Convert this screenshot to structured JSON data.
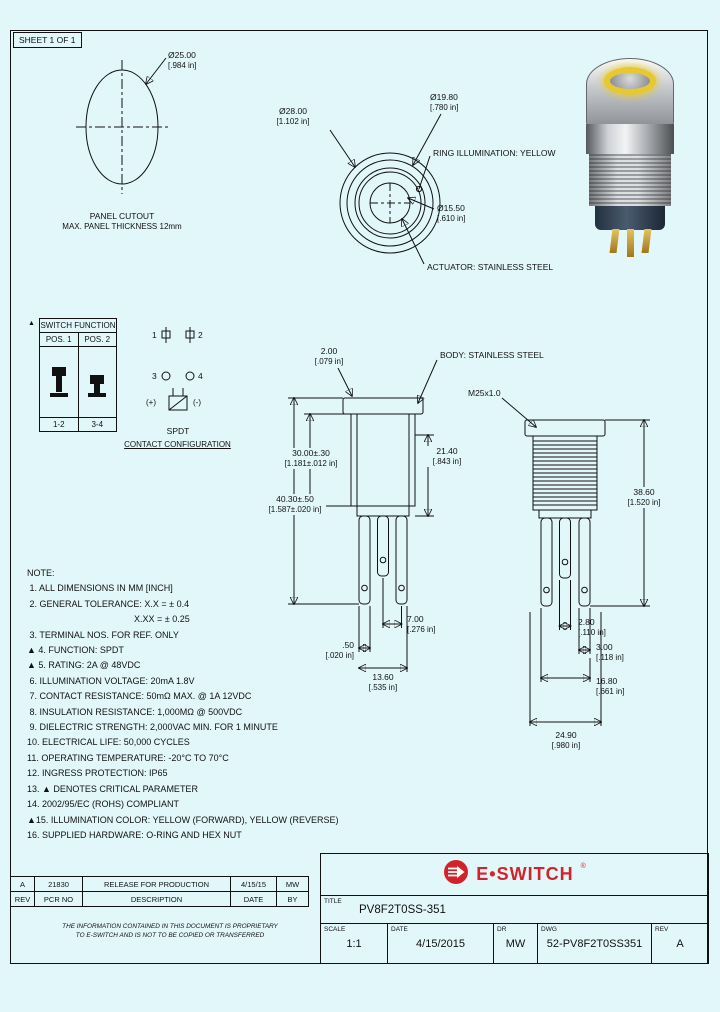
{
  "colors": {
    "background": "#e2f7fa",
    "line": "#111111",
    "brand_red": "#d2232a",
    "ring_yellow": "#e6c832"
  },
  "sheet": {
    "label": "SHEET 1 OF 1"
  },
  "panel_cutout": {
    "dia_mm": "Ø25.00",
    "dia_in": "[.984 in]",
    "caption_line1": "PANEL CUTOUT",
    "caption_line2": "MAX. PANEL THICKNESS 12mm"
  },
  "front_view": {
    "outer_dia_mm": "Ø28.00",
    "outer_dia_in": "[1.102 in]",
    "ring_dia_mm": "Ø19.80",
    "ring_dia_in": "[.780 in]",
    "ring_label": "RING ILLUMINATION: YELLOW",
    "actuator_dia_mm": "Ø15.50",
    "actuator_dia_in": "[.610 in]",
    "actuator_label": "ACTUATOR: STAINLESS STEEL"
  },
  "switch_function": {
    "flag": "▲",
    "title": "SWITCH FUNCTION",
    "pos1": "POS. 1",
    "pos2": "POS. 2",
    "pos1_contacts": "1-2",
    "pos2_contacts": "3-4"
  },
  "contact_config": {
    "pin1": "1",
    "pin2": "2",
    "pin3": "3",
    "pin4": "4",
    "plus": "(+)",
    "minus": "(-)",
    "type": "SPDT",
    "caption": "CONTACT CONFIGURATION"
  },
  "side_views": {
    "cap_height_mm": "2.00",
    "cap_height_in": "[.079 in]",
    "body_label": "BODY: STAINLESS STEEL",
    "thread": "M25x1.0",
    "body_len_mm": "30.00±.30",
    "body_len_in": "[1.181±.012 in]",
    "total_len_mm": "40.30±.50",
    "total_len_in": "[1.587±.020 in]",
    "dim_2140_mm": "21.40",
    "dim_2140_in": "[.843 in]",
    "dim_3860_mm": "38.60",
    "dim_3860_in": "[1.520 in]",
    "dim_700_mm": "7.00",
    "dim_700_in": "[.276 in]",
    "dim_050_mm": ".50",
    "dim_050_in": "[.020 in]",
    "dim_1360_mm": "13.60",
    "dim_1360_in": "[.535 in]",
    "dim_280_mm": "2.80",
    "dim_280_in": "[.110 in]",
    "dim_300_mm": "3.00",
    "dim_300_in": "[.118 in]",
    "dim_1680_mm": "16.80",
    "dim_1680_in": "[.661 in]",
    "dim_2490_mm": "24.90",
    "dim_2490_in": "[.980 in]"
  },
  "notes": {
    "lines": [
      "NOTE:",
      " 1. ALL DIMENSIONS IN MM [INCH]",
      " 2. GENERAL TOLERANCE: X.X = ± 0.4",
      "X.XX = ± 0.25",
      " 3. TERMINAL NOS. FOR REF. ONLY",
      "▲ 4. FUNCTION: SPDT",
      "▲ 5. RATING: 2A @ 48VDC",
      " 6. ILLUMINATION VOLTAGE: 20mA 1.8V",
      " 7. CONTACT RESISTANCE: 50mΩ MAX. @ 1A 12VDC",
      " 8. INSULATION RESISTANCE: 1,000MΩ @ 500VDC",
      " 9. DIELECTRIC STRENGTH: 2,000VAC MIN. FOR 1 MINUTE",
      "10. ELECTRICAL LIFE: 50,000 CYCLES",
      "11. OPERATING TEMPERATURE: -20°C TO 70°C",
      "12. INGRESS PROTECTION: IP65",
      "13. ▲ DENOTES CRITICAL PARAMETER",
      "14. 2002/95/EC (ROHS) COMPLIANT",
      "▲15. ILLUMINATION COLOR: YELLOW (FORWARD), YELLOW (REVERSE)",
      "16. SUPPLIED HARDWARE: O-RING AND HEX NUT"
    ]
  },
  "revision_table": {
    "row": {
      "rev": "A",
      "pcr": "21830",
      "description": "RELEASE FOR PRODUCTION",
      "date": "4/15/15",
      "by": "MW"
    },
    "headers": {
      "rev": "REV",
      "pcr": "PCR NO",
      "description": "DESCRIPTION",
      "date": "DATE",
      "by": "BY"
    }
  },
  "disclaimer": {
    "line1": "THE INFORMATION CONTAINED IN THIS DOCUMENT IS PROPRIETARY",
    "line2": "TO E-SWITCH AND IS NOT TO BE COPIED OR TRANSFERRED"
  },
  "title_block": {
    "brand": "E•SWITCH",
    "brand_reg": "®",
    "title_label": "TITLE",
    "title": "PV8F2T0SS-351",
    "scale_label": "SCALE",
    "scale": "1:1",
    "date_label": "DATE",
    "date": "4/15/2015",
    "dr_label": "DR",
    "dr": "MW",
    "dwg_label": "DWG",
    "dwg": "52-PV8F2T0SS351",
    "rev_label": "REV",
    "rev": "A"
  }
}
